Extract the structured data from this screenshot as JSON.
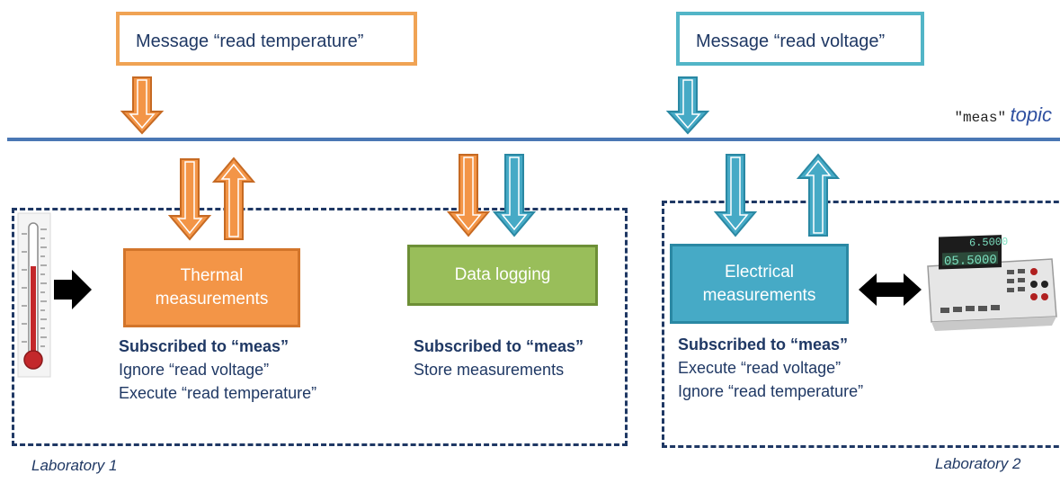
{
  "messages": {
    "temperature": "Message “read temperature”",
    "voltage": "Message “read voltage”"
  },
  "topic": {
    "code": "\"meas\"",
    "word": "topic"
  },
  "nodes": {
    "thermal": {
      "line1": "Thermal",
      "line2": "measurements"
    },
    "logging": {
      "label": "Data logging"
    },
    "electrical": {
      "line1": "Electrical",
      "line2": "measurements"
    }
  },
  "descriptions": {
    "thermal": [
      "Subscribed to “meas”",
      "Ignore “read voltage”",
      "Execute “read temperature”"
    ],
    "logging": [
      "Subscribed to “meas”",
      "Store measurements"
    ],
    "electrical": [
      "Subscribed to “meas”",
      "Execute “read voltage”",
      "Ignore “read temperature”"
    ]
  },
  "labs": {
    "lab1": "Laboratory 1",
    "lab2": "Laboratory 2"
  },
  "colors": {
    "orange": "#f39547",
    "teal": "#46aac6",
    "green": "#99be5a",
    "topic_line": "#4a77b4",
    "text": "#1f3864"
  },
  "icons": {
    "thermometer": "thermometer-icon",
    "multimeter": "multimeter-icon"
  }
}
